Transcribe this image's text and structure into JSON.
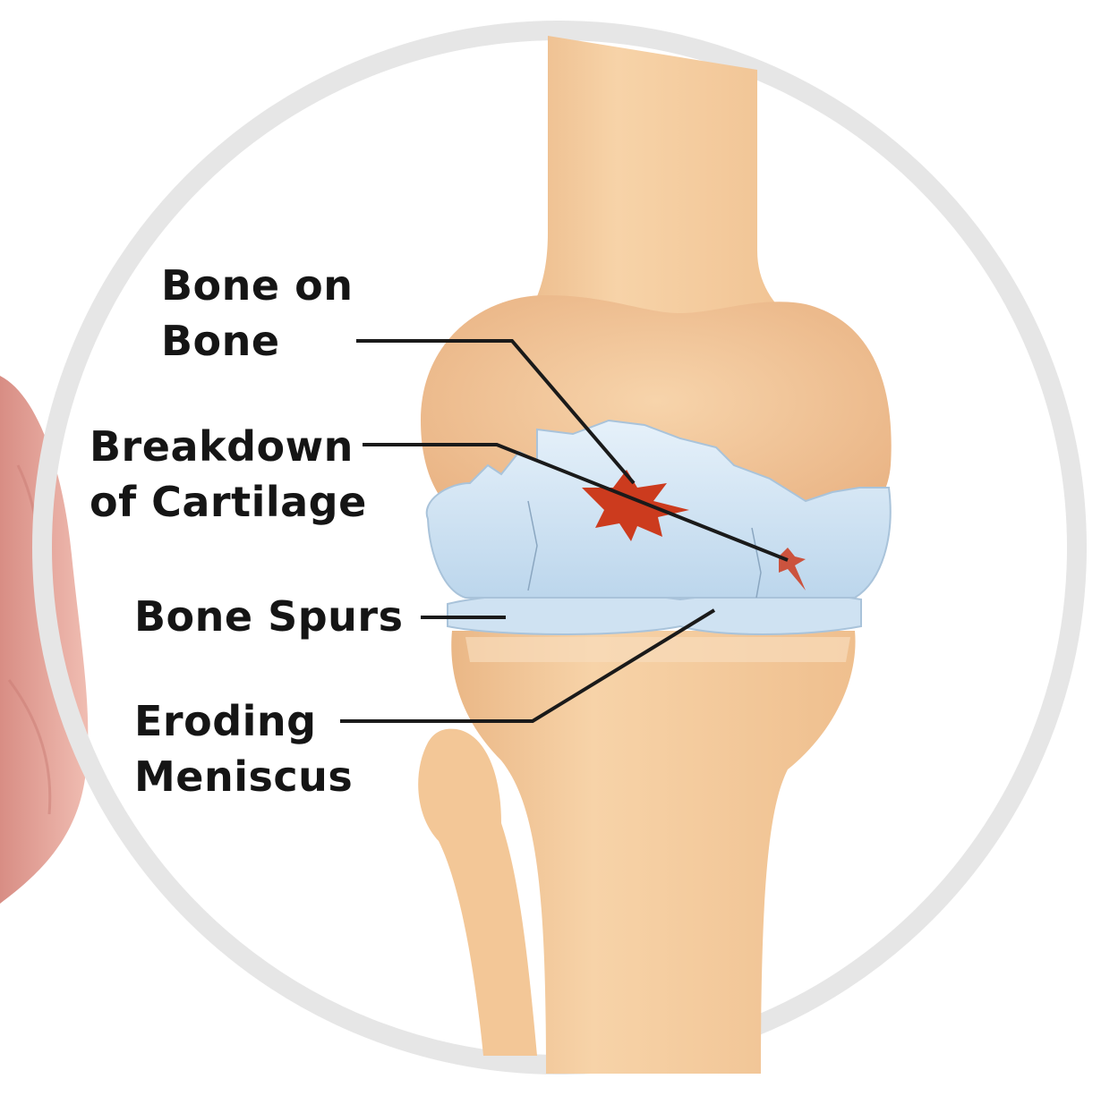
{
  "labels": {
    "bone_on_bone": [
      "Bone on",
      "Bone"
    ],
    "breakdown_of_cartilage": [
      "Breakdown",
      "of Cartilage"
    ],
    "bone_spurs": [
      "Bone Spurs"
    ],
    "eroding_meniscus": [
      "Eroding",
      "Meniscus"
    ]
  },
  "colors": {
    "bone": "#f6cfa1",
    "bone_shadow": "#eeb984",
    "cartilage": "#d3e6f5",
    "damage": "#cc3b1e",
    "skin": "#e7a99e",
    "ring": "#e6e6e6",
    "leader_line": "#1a1a1a"
  }
}
